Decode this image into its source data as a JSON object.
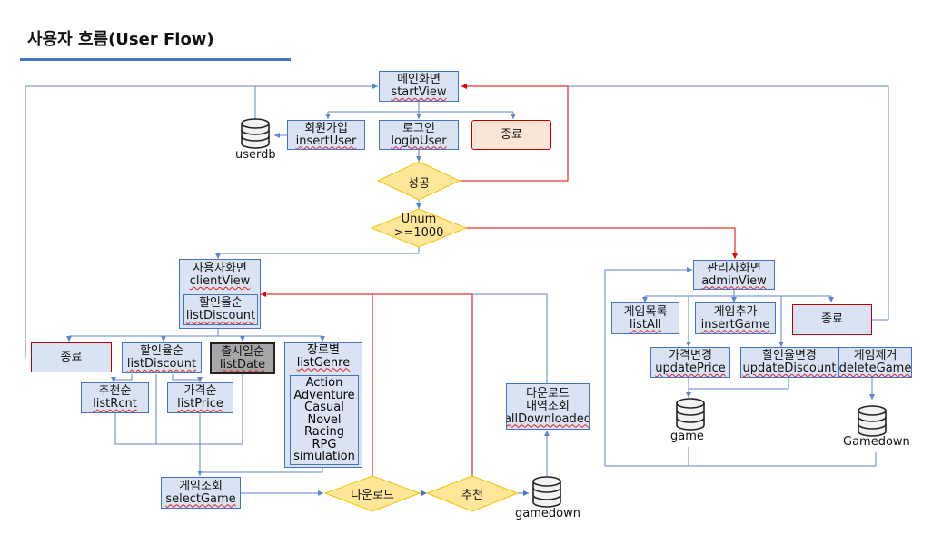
{
  "title": "사용자 흐름(User Flow)",
  "boxes": {
    "main_view": {
      "name": "메인화면",
      "fn": "startView"
    },
    "signup": {
      "name": "회원가입",
      "fn": "insertUser"
    },
    "login": {
      "name": "로그인",
      "fn": "loginUser"
    },
    "exit_top": {
      "name": "종료"
    },
    "client_view": {
      "name": "사용자화면",
      "fn": "clientView"
    },
    "client_discount": {
      "name": "할인율순",
      "fn": "listDiscount"
    },
    "exit_left": {
      "name": "종료"
    },
    "list_discount": {
      "name": "할인율순",
      "fn": "listDiscount"
    },
    "list_date": {
      "name": "출시일순",
      "fn": "listDate"
    },
    "genre": {
      "name": "장르별",
      "fn": "listGenre",
      "items": [
        "Action",
        "Adventure",
        "Casual",
        "Novel",
        "Racing",
        "RPG",
        "simulation"
      ]
    },
    "list_rcnt": {
      "name": "추천순",
      "fn": "listRcnt"
    },
    "list_price": {
      "name": "가격순",
      "fn": "listPrice"
    },
    "select_game": {
      "name": "게임조회",
      "fn": "selectGame"
    },
    "download_history": {
      "name": "다운로드",
      "name2": "내역조회",
      "fn": "allDownloaded"
    },
    "admin_view": {
      "name": "관리자화면",
      "fn": "adminView"
    },
    "list_all": {
      "name": "게임목록",
      "fn": "listAll"
    },
    "insert_game": {
      "name": "게임추가",
      "fn": "insertGame"
    },
    "exit_right": {
      "name": "종료"
    },
    "update_price": {
      "name": "가격변경",
      "fn": "updatePrice"
    },
    "update_discount": {
      "name": "할인율변경",
      "fn": "updateDiscount"
    },
    "delete_game": {
      "name": "게임제거",
      "fn": "deleteGame"
    }
  },
  "decisions": {
    "success": "성공",
    "unum_line1": "Unum",
    "unum_line2": ">=1000",
    "download": "다운로드",
    "recommend": "추천"
  },
  "databases": {
    "userdb": "userdb",
    "game": "game",
    "gamedown_right": "Gamedown",
    "gamedown_bottom": "gamedown"
  },
  "colors": {
    "box_fill": "#dae3f3",
    "box_border": "#4472c4",
    "exit_border": "#c00000",
    "diamond_fill": "#ffe699",
    "diamond_border": "#f2c200",
    "red_arrow": "#e00000"
  }
}
